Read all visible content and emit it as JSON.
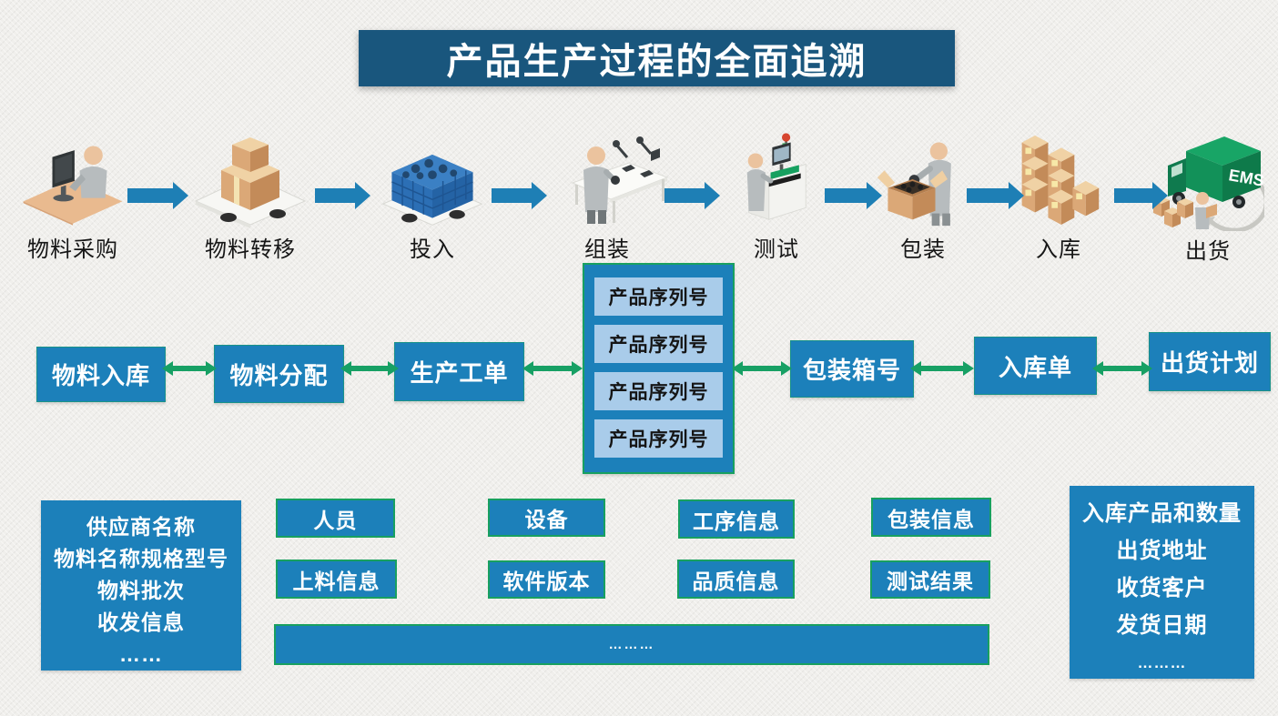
{
  "title": "产品生产过程的全面追溯",
  "process_steps": [
    {
      "label": "物料采购"
    },
    {
      "label": "物料转移"
    },
    {
      "label": "投入"
    },
    {
      "label": "组装"
    },
    {
      "label": "测试"
    },
    {
      "label": "包装"
    },
    {
      "label": "入库"
    },
    {
      "label": "出货"
    }
  ],
  "truck_text": "EMS",
  "flow": {
    "material_inbound": "物料入库",
    "material_allocation": "物料分配",
    "work_order": "生产工单",
    "serials": [
      "产品序列号",
      "产品序列号",
      "产品序列号",
      "产品序列号"
    ],
    "packing_box_no": "包装箱号",
    "inbound_receipt": "入库单",
    "shipping_plan": "出货计划"
  },
  "details": {
    "supplier_panel": [
      "供应商名称",
      "物料名称规格型号",
      "物料批次",
      "收发信息",
      "……"
    ],
    "personnel": "人员",
    "loading_info": "上料信息",
    "equipment": "设备",
    "software_version": "软件版本",
    "process_info": "工序信息",
    "quality_info": "品质信息",
    "packaging_info": "包装信息",
    "test_result": "测试结果",
    "dots_bar": "………",
    "shipping_panel": [
      "入库产品和数量",
      "出货地址",
      "收货客户",
      "发货日期",
      "………"
    ]
  },
  "colors": {
    "banner": "#19567D",
    "box_blue": "#1C80BA",
    "serial_light_blue": "#A9CCEA",
    "arrow_blue": "#1E7FB5",
    "arrow_green": "#17A064",
    "border_green": "#18A060"
  }
}
